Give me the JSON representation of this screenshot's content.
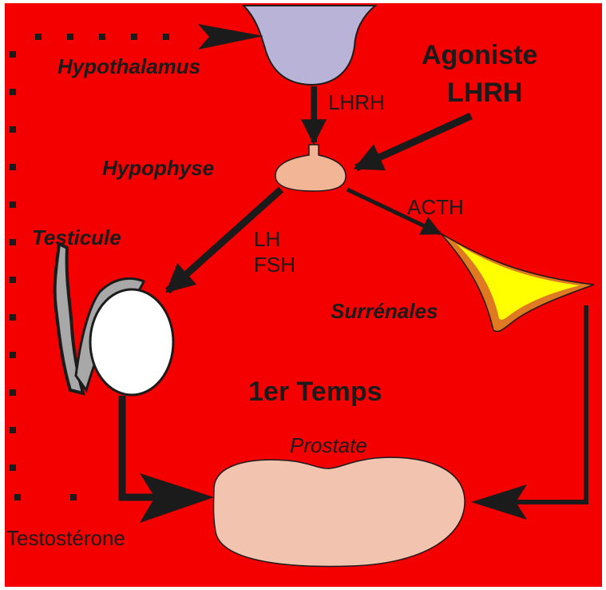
{
  "colors": {
    "background": "#f50000",
    "hypothalamus": "#b9b3d7",
    "pituitary": "#f2b696",
    "prostate": "#f2c3ae",
    "adrenal_outer": "#e07a22",
    "adrenal_inner": "#ffff00",
    "testis": "#ffffff",
    "epididymis": "#a8a8a8",
    "arrows": "#1b1b1b"
  },
  "labels": {
    "hypothalamus": "Hypothalamus",
    "agonist_line1": "Agoniste",
    "agonist_line2": "LHRH",
    "lhrh": "LHRH",
    "hypophyse": "Hypophyse",
    "acth": "ACTH",
    "testicule": "Testicule",
    "lh": "LH",
    "fsh": "FSH",
    "surrenales": "Surrénales",
    "stage": "1er Temps",
    "prostate": "Prostate",
    "testosterone": "Testostérone"
  }
}
